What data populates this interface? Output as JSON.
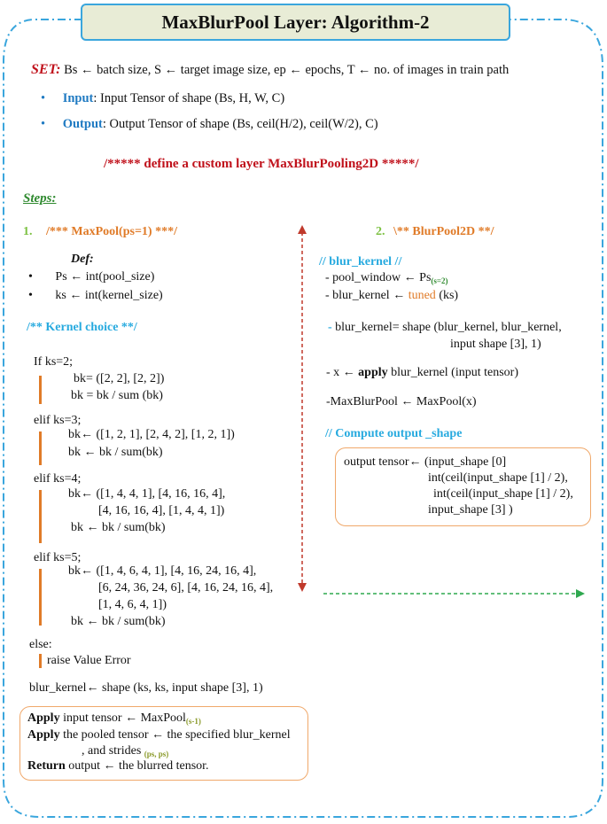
{
  "title": "MaxBlurPool Layer: Algorithm-2",
  "set": {
    "label": "SET:",
    "text": "Bs ← batch size, S ← target image size, ep ← epochs, T ← no. of images in train path"
  },
  "io": {
    "input_label": "Input",
    "input_text": ": Input Tensor of shape (Bs, H, W, C)",
    "output_label": "Output",
    "output_text": ": Output Tensor of shape (Bs, ceil(H/2), ceil(W/2), C)"
  },
  "define_line": "/***** define a custom layer MaxBlurPooling2D *****/",
  "steps_label": "Steps:",
  "left": {
    "step_num": "1.",
    "step_title": "/*** MaxPool(ps=1) ***/",
    "def_label": "Def",
    "def_colon": ":",
    "def_items": [
      "Ps ← int(pool_size)",
      "ks ← int(kernel_size)"
    ],
    "kernel_choice": "/** Kernel choice **/",
    "if1": "If ks=2;",
    "if1_lines": [
      "bk= ([2, 2], [2, 2])",
      "bk = bk / sum (bk)"
    ],
    "elif3": "elif ks=3;",
    "elif3_lines": [
      "bk← ([1, 2, 1], [2, 4, 2], [1, 2, 1])",
      "bk ← bk / sum(bk)"
    ],
    "elif4": "elif ks=4;",
    "elif4_lines": [
      "bk← ([1, 4, 4, 1], [4, 16, 16, 4],",
      "[4, 16, 16, 4], [1, 4, 4, 1])",
      "bk ← bk / sum(bk)"
    ],
    "elif5": "elif   ks=5;",
    "elif5_lines": [
      "bk← ([1, 4, 6, 4, 1], [4, 16, 24, 16, 4],",
      "[6, 24, 36, 24, 6], [4, 16, 24, 16, 4],",
      "[1, 4, 6, 4, 1])",
      "bk ← bk / sum(bk)"
    ],
    "else": "else:",
    "else_line": "raise Value Error",
    "blur_kernel": "blur_kernel← shape (ks, ks, input shape [3], 1)",
    "box": {
      "l1_bold": "Apply",
      "l1_text": " input tensor ← MaxPool",
      "l1_sub": "(s-1)",
      "l2_bold": "Apply",
      "l2_text": " the pooled tensor ← the specified blur_kernel",
      "l3_text": ", and strides ",
      "l3_sub": "(ps, ps)",
      "l4_bold": "Return",
      "l4_text": " output ← the blurred tensor."
    }
  },
  "right": {
    "step_num": "2.",
    "step_title": "\\** BlurPool2D **/",
    "blur_kernel_comment": "// blur_kernel //",
    "pool_window": "- pool_window ← Ps",
    "pool_window_sub": "(s=2)",
    "blur_kernel_tuned_a": "- blur_kernel ← ",
    "blur_kernel_tuned_b": "tuned",
    "blur_kernel_tuned_c": " (ks)",
    "blur_shape_dash": "-",
    "blur_shape_1": " blur_kernel= shape (blur_kernel, blur_kernel,",
    "blur_shape_2": "input shape [3], 1)",
    "x_a": "- x ← ",
    "x_b": "apply",
    "x_c": " blur_kernel (input tensor)",
    "maxblurpool": "-MaxBlurPool ← MaxPool(x)",
    "compute_comment": "// Compute output _shape",
    "output_lines": [
      "output tensor← (input_shape [0]",
      "int(ceil(input_shape [1] / 2),",
      "int(ceil(input_shape [1] / 2),",
      "input_shape [3] )"
    ]
  },
  "colors": {
    "frame": "#3aa6dd",
    "title_bg": "#e8ecd6",
    "red": "#c0111b",
    "blue": "#1f7ac2",
    "cyan": "#27aadf",
    "orange": "#e07b28",
    "green": "#7cc142",
    "dashed_red": "#c0392b",
    "dashed_green": "#2fa84f"
  }
}
